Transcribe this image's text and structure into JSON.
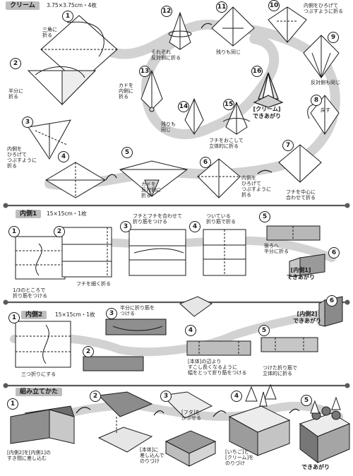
{
  "palette": {
    "ink": "#1a1a1a",
    "path": "#cfcfcf",
    "shade": "#8a8a8a",
    "dark": "#555555",
    "divider": "#5a5a5a"
  },
  "cream": {
    "title": "クリーム",
    "spec": "3.75×3.75cm・4枚",
    "nums": [
      "1",
      "2",
      "3",
      "4",
      "5",
      "6",
      "7",
      "8",
      "9",
      "10",
      "11",
      "12",
      "13",
      "14",
      "15",
      "16"
    ],
    "notes": {
      "s1": "三角に\n折る",
      "s2": "半分に\n折る",
      "s3": "内側を\nひろげて\nつぶすように\n折る",
      "s5": "カドを\n反対側に\n折る",
      "s6": "内側を\nひろげて\nつぶすように\n折る",
      "s7": "フチを中心に\n合わせて折る",
      "s8": "戻す",
      "s9": "反対側も同じ",
      "s10": "内側をひろげて\nつぶすように折る",
      "s11": "残りも同じ",
      "s12": "それぞれ\n反対側に折る",
      "s13": "カドを\n内側に\n折る",
      "s14": "残りも\n同じ",
      "s15": "フチをおこして\n立体的に折る"
    },
    "done": "[クリーム]\nできあがり"
  },
  "inner1": {
    "title": "内側1",
    "spec": "15×15cm・1枚",
    "nums": [
      "1",
      "2",
      "3",
      "4",
      "5",
      "6"
    ],
    "notes": {
      "s1": "1/3のところで\n折り筋をつける",
      "s2": "フチを細く折る",
      "s3": "フチとフチを合わせて\n折り筋をつける",
      "s4": "ついている\n折り筋で折る",
      "s5": "後ろへ\n半分に折る"
    },
    "done": "[内側1]\nできあがり"
  },
  "inner2": {
    "title": "内側2",
    "spec": "15×15cm・1枚",
    "nums": [
      "1",
      "2",
      "3",
      "4",
      "5",
      "6"
    ],
    "notes": {
      "s1": "三つ折りにする",
      "s3": "半分に折り筋を\nつける",
      "s4": "[本体]の辺より\nすこし長くなるように\n幅をとって折り筋をつける",
      "s5": "つけた折り筋で\n立体的に折る"
    },
    "done": "[内側2]\nできあがり"
  },
  "assembly": {
    "title": "組み立てかた",
    "nums": [
      "1",
      "2",
      "3",
      "4",
      "5"
    ],
    "notes": {
      "s1": "[内側2]を[内側1]の\nすき間に差し込む",
      "s2": "[本体]に\n差し込んで\nのりづけ",
      "s3": "[フタ]を\nかぶせる",
      "s4": "[いちご]と\n[クリーム]を\nのりづけ"
    },
    "done": "できあがり"
  }
}
